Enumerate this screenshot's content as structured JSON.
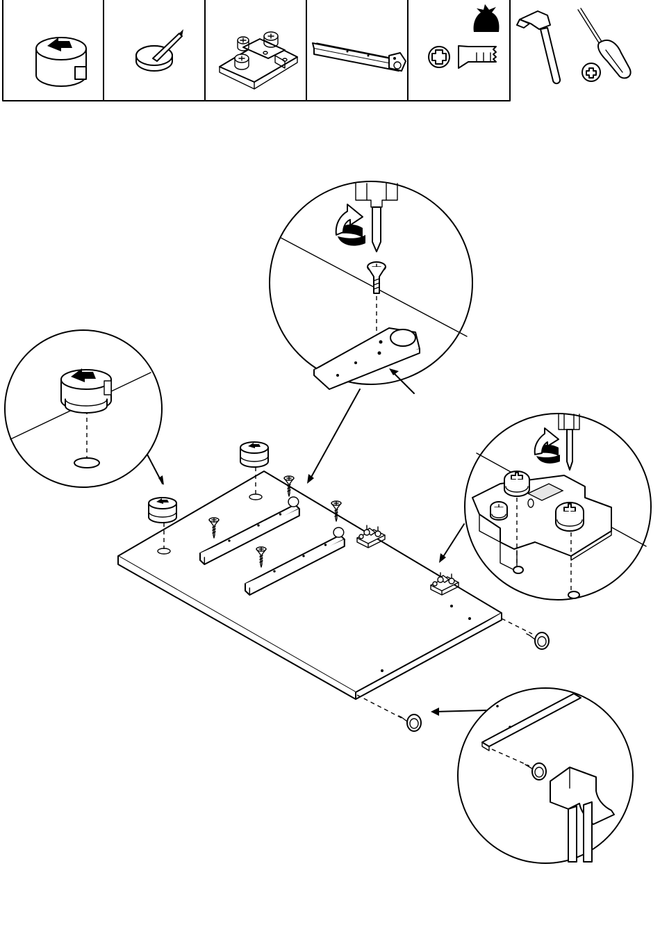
{
  "document": {
    "type": "assembly-instruction-step",
    "parts_legend": [
      {
        "name": "cam-lock",
        "icon": "cam-lock-icon"
      },
      {
        "name": "nail",
        "icon": "nail-icon"
      },
      {
        "name": "hinge-plate",
        "icon": "hinge-plate-icon"
      },
      {
        "name": "drawer-runner",
        "icon": "drawer-runner-icon"
      },
      {
        "name": "screw-pack",
        "icon": "screw-pack-icon"
      }
    ],
    "tools": [
      {
        "name": "hammer",
        "icon": "hammer-icon"
      },
      {
        "name": "phillips-screwdriver",
        "icon": "phillips-screwdriver-icon"
      }
    ],
    "detail_callouts": [
      {
        "name": "cam-lock-detail",
        "icon": "cam-lock-icon"
      },
      {
        "name": "runner-screw-detail",
        "icon": "phillips-screwdriver-icon"
      },
      {
        "name": "hinge-plate-detail",
        "icon": "phillips-screwdriver-icon"
      },
      {
        "name": "nail-detail",
        "icon": "hammer-icon"
      }
    ],
    "colors": {
      "ink": "#000000",
      "paper": "#ffffff",
      "shade": "#e6e6e6"
    }
  }
}
